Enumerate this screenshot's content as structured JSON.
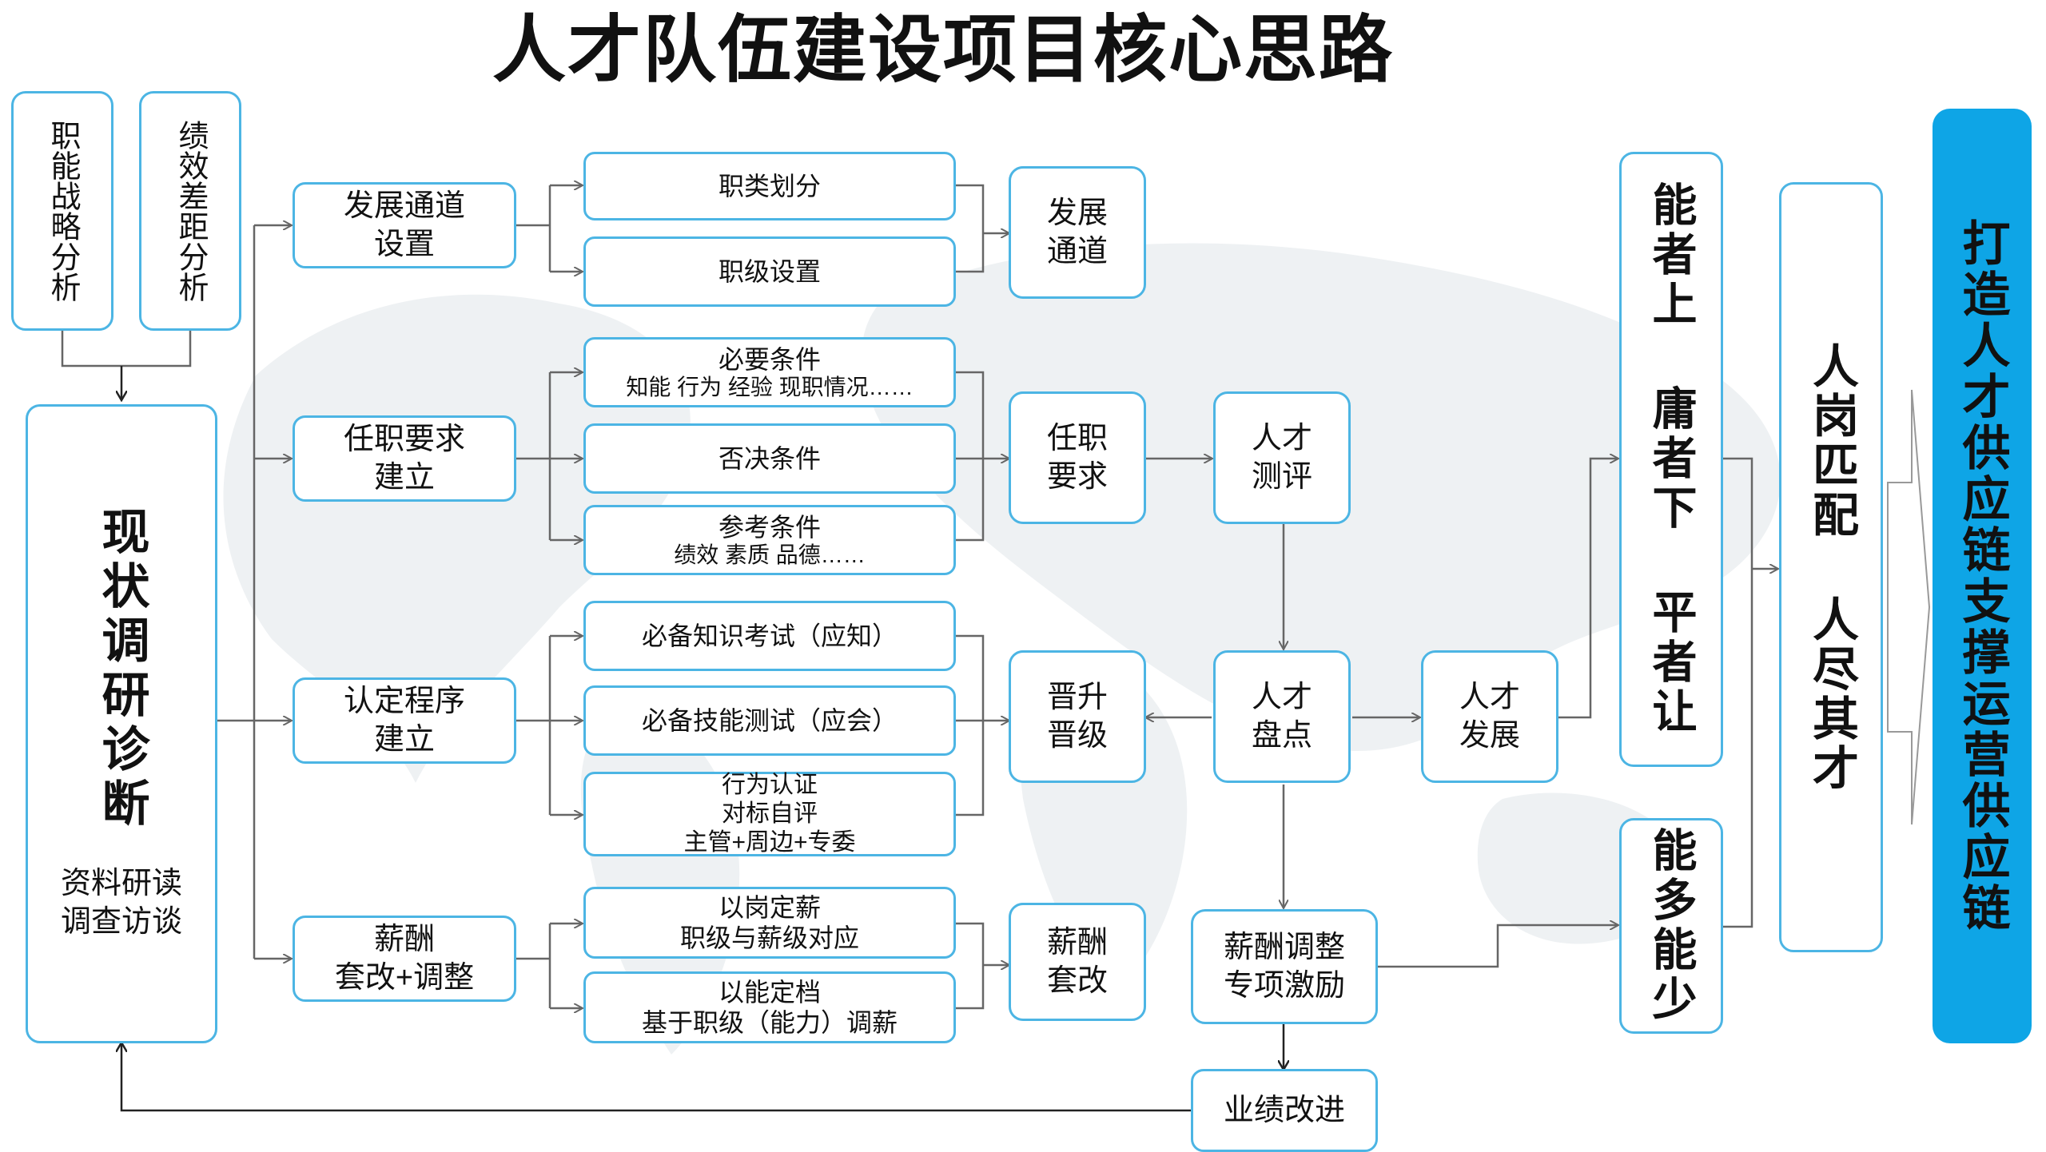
{
  "title": "人才队伍建设项目核心思路",
  "inputs": {
    "func_strategy": "职能战略分析",
    "perf_gap": "绩效差距分析"
  },
  "diagnosis": {
    "main": "现状调研诊断",
    "sub1": "资料研读",
    "sub2": "调查访谈"
  },
  "stage1": {
    "channel": [
      "发展通道",
      "设置"
    ],
    "requirement": [
      "任职要求",
      "建立"
    ],
    "procedure": [
      "认定程序",
      "建立"
    ],
    "salary": [
      "薪酬",
      "套改+调整"
    ]
  },
  "details": {
    "job_class": "职类划分",
    "job_level": "职级设置",
    "necessary_title": "必要条件",
    "necessary_sub": "知能 行为 经验 现职情况……",
    "veto": "否决条件",
    "reference_title": "参考条件",
    "reference_sub": "绩效 素质 品德……",
    "knowledge_test": "必备知识考试（应知）",
    "skill_test": "必备技能测试（应会）",
    "behavior": [
      "行为认证",
      "对标自评",
      "主管+周边+专委"
    ],
    "post_salary": [
      "以岗定薪",
      "职级与薪级对应"
    ],
    "ability_salary": [
      "以能定档",
      "基于职级（能力）调薪"
    ]
  },
  "results": {
    "channel": [
      "发展",
      "通道"
    ],
    "requirement": [
      "任职",
      "要求"
    ],
    "promotion": [
      "晋升",
      "晋级"
    ],
    "salary": [
      "薪酬",
      "套改"
    ]
  },
  "talent": {
    "assessment": [
      "人才",
      "测评"
    ],
    "inventory": [
      "人才",
      "盘点"
    ],
    "development": [
      "人才",
      "发展"
    ],
    "salary_adjust": [
      "薪酬调整",
      "专项激励"
    ],
    "performance": "业绩改进"
  },
  "outcomes": {
    "capable_up": "能者上 庸者下 平者让",
    "capable_more": "能多能少",
    "match": "人岗匹配 人尽其才",
    "final": "打造人才供应链支撑运营供应链"
  },
  "colors": {
    "border": "#4cb5e4",
    "connector": "#666666",
    "final_fill": "#0ea5e6",
    "map": "#eef0f2"
  }
}
